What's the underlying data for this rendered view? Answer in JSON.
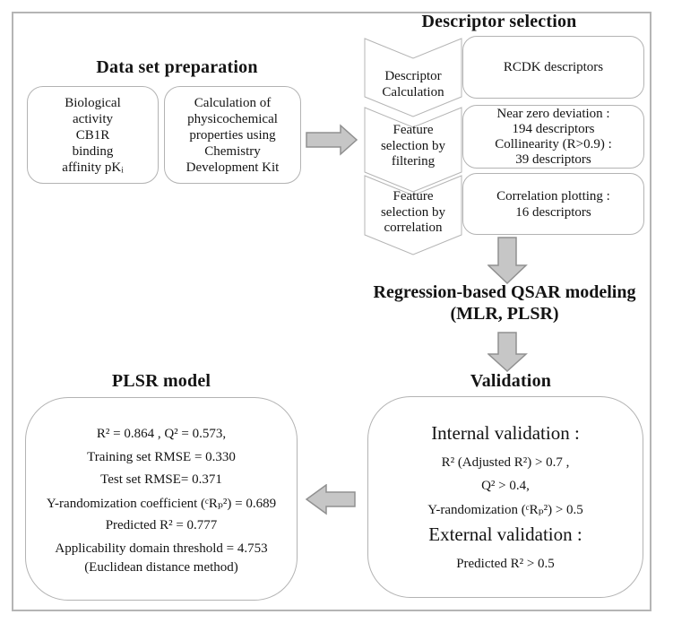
{
  "colors": {
    "arrow_fill": "#c6c6c6",
    "arrow_stroke": "#909090",
    "box_border": "#b3b3b3",
    "outer_border": "#b5b5b5",
    "text": "#141414"
  },
  "dataset_preparation": {
    "title": "Data set preparation",
    "box_biological": {
      "lines": [
        "Biological",
        "activity",
        "CB1R",
        "binding",
        "affinity pKᵢ"
      ]
    },
    "box_calculation": {
      "lines": [
        "Calculation of",
        "physicochemical",
        "properties using",
        "Chemistry",
        "Development Kit"
      ]
    }
  },
  "descriptor_selection": {
    "title": "Descriptor selection",
    "steps": [
      {
        "chevron": [
          "Descriptor",
          "Calculation"
        ],
        "result": [
          "RCDK descriptors"
        ]
      },
      {
        "chevron": [
          "Feature",
          "selection by",
          "filtering"
        ],
        "result": [
          "Near zero deviation :",
          "194 descriptors",
          "Collinearity (R>0.9) :",
          "39 descriptors"
        ]
      },
      {
        "chevron": [
          "Feature",
          "selection by",
          "correlation"
        ],
        "result": [
          "Correlation plotting :",
          "16 descriptors"
        ]
      }
    ]
  },
  "modeling": {
    "title_line1": "Regression-based QSAR modeling",
    "title_line2": "(MLR, PLSR)"
  },
  "validation": {
    "title": "Validation",
    "internal_heading": "Internal validation :",
    "internal_criteria": [
      "R² (Adjusted R²) > 0.7 ,",
      "Q² > 0.4,",
      "Y-randomization (ᶜRₚ²) > 0.5"
    ],
    "external_heading": "External validation :",
    "external_criteria": [
      "Predicted R² > 0.5"
    ]
  },
  "plsr_model": {
    "title": "PLSR model",
    "lines": [
      "R²  = 0.864 , Q²  = 0.573,",
      "Training set RMSE = 0.330",
      "Test set RMSE= 0.371",
      "Y-randomization coefficient (ᶜRₚ²) = 0.689",
      "Predicted R² = 0.777",
      "Applicability domain threshold = 4.753",
      "(Euclidean distance method)"
    ]
  }
}
